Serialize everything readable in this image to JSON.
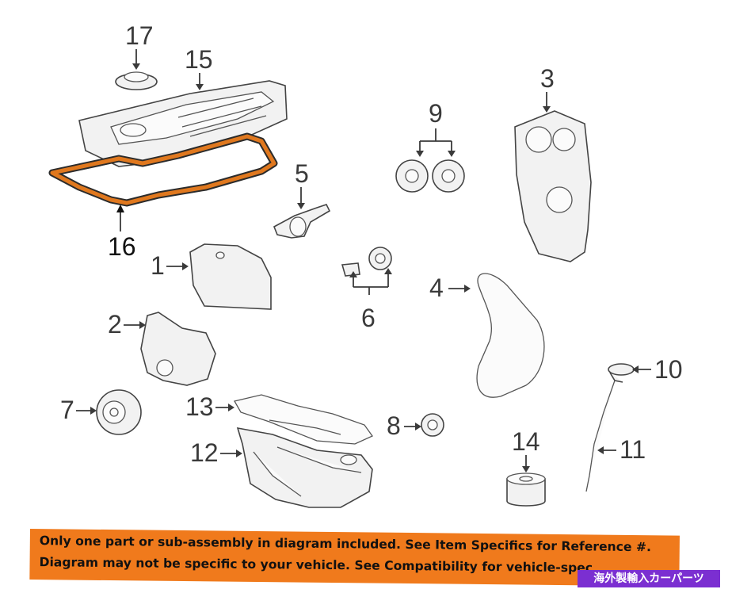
{
  "callouts": {
    "c1": "1",
    "c2": "2",
    "c3": "3",
    "c4": "4",
    "c5": "5",
    "c6": "6",
    "c7": "7",
    "c8": "8",
    "c9": "9",
    "c10": "10",
    "c11": "11",
    "c12": "12",
    "c13": "13",
    "c14": "14",
    "c15": "15",
    "c16": "16",
    "c17": "17"
  },
  "banner": {
    "line1": "Only one part or sub-assembly in diagram included. See Item Specifics for Reference #.",
    "line2": "Diagram may not be specific to your vehicle. See Compatibility for vehicle-spec",
    "color": "#f07a1c"
  },
  "brand_tag": {
    "text": "海外製輸入カーパーツ",
    "color": "#7b2fd1"
  },
  "highlight_color": "#e0781e"
}
